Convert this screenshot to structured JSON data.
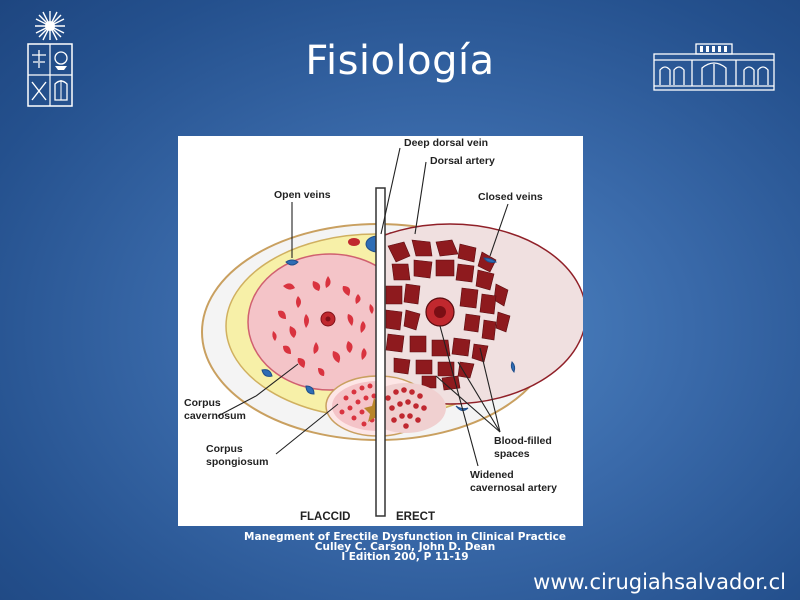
{
  "slide": {
    "title": "Fisiología",
    "website": "www.cirugiahsalvador.cl"
  },
  "citation": {
    "line1": "Manegment of Erectile Dysfunction in Clinical Practice",
    "line2": "Culley C. Carson, John D. Dean",
    "line3": "l Edition 200, P 11-19"
  },
  "diagram": {
    "labels": {
      "deep_dorsal_vein": "Deep dorsal vein",
      "dorsal_artery": "Dorsal artery",
      "open_veins": "Open veins",
      "closed_veins": "Closed veins",
      "corpus_cavernosum_1": "Corpus",
      "corpus_cavernosum_2": "cavernosum",
      "corpus_spongiosum_1": "Corpus",
      "corpus_spongiosum_2": "spongiosum",
      "blood_filled_1": "Blood-filled",
      "blood_filled_2": "spaces",
      "widened_artery_1": "Widened",
      "widened_artery_2": "cavernosal artery",
      "flaccid": "FLACCID",
      "erect": "ERECT"
    },
    "colors": {
      "background": "#2b5a98",
      "flaccid_tissue": "#f4c4c8",
      "flaccid_spaces": "#d9333f",
      "erect_tissue": "#f0e0e0",
      "erect_spaces": "#8e1a1e",
      "tunica": "#f7f0a8",
      "vein": "#2e6db5"
    }
  }
}
